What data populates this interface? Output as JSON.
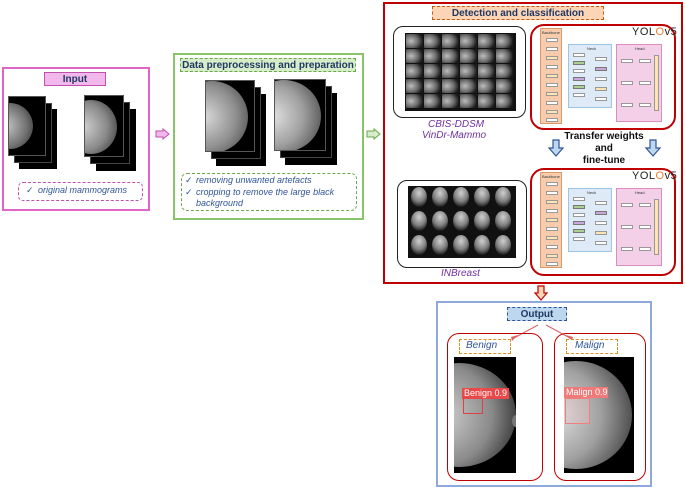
{
  "input": {
    "title": "Input",
    "bullet": "✓",
    "item": "original mammograms"
  },
  "preprocessing": {
    "title": "Data preprocessing and preparation",
    "items": [
      {
        "mark": "✓",
        "text": "removing unwanted artefacts"
      },
      {
        "mark": "✓",
        "text": "cropping to remove the large black"
      },
      {
        "mark": "",
        "text": "background"
      }
    ]
  },
  "detection": {
    "title": "Detection and classification",
    "dataset_top_1": "CBIS-DDSM",
    "dataset_top_2": "VinDr-Mammo",
    "dataset_bottom": "INBreast",
    "transfer_1": "Transfer weights",
    "transfer_2": "and",
    "transfer_3": "fine-tune",
    "model_name_a": "YOL",
    "model_name_o": "O",
    "model_name_b": "v5",
    "backbone": "Backbone",
    "neck": "Neck",
    "head": "Head"
  },
  "output": {
    "title": "Output",
    "benign_label": "Benign",
    "malign_label": "Malign",
    "benign_box": "Benign 0.9",
    "malign_box": "Malign 0.9"
  },
  "colors": {
    "input_border": "#e066c8",
    "input_title_bg": "#f2b8ec",
    "prep_border": "#8ac46a",
    "prep_title_bg": "#d7ecc8",
    "detect_border": "#c00000",
    "detect_title_bg": "#fbd5b5",
    "output_border": "#8ea9db",
    "output_title_bg": "#bdd7ee",
    "dataset_text": "#7030a0",
    "arrow_blue": "#2f5597"
  }
}
